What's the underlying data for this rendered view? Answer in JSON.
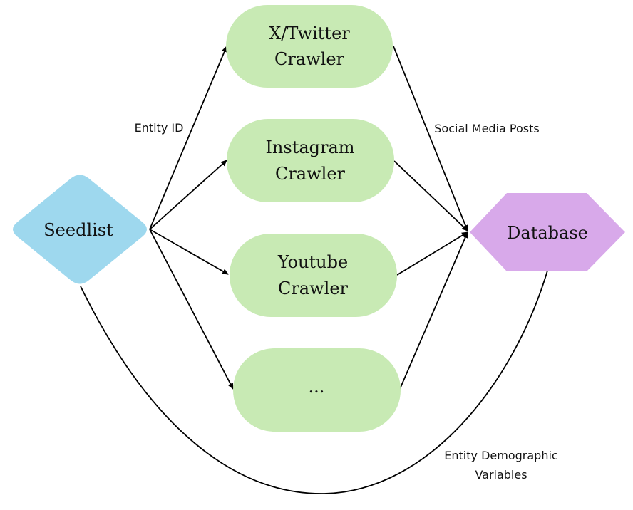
{
  "colors": {
    "seedlist": "#9ed8ee",
    "crawler": "#c8eab4",
    "database": "#d8a9ea",
    "edge": "#000000",
    "text": "#111111"
  },
  "nodes": {
    "seedlist": {
      "label": "Seedlist",
      "shape": "rounded-diamond"
    },
    "crawlers": [
      {
        "label_line1": "X/Twitter",
        "label_line2": "Crawler",
        "shape": "stadium"
      },
      {
        "label_line1": "Instagram",
        "label_line2": "Crawler",
        "shape": "stadium"
      },
      {
        "label_line1": "Youtube",
        "label_line2": "Crawler",
        "shape": "stadium"
      },
      {
        "label_line1": "...",
        "label_line2": "",
        "shape": "stadium"
      }
    ],
    "database": {
      "label": "Database",
      "shape": "hexagon"
    }
  },
  "edges": [
    {
      "from": "seedlist",
      "to": "crawler-0",
      "arrow": true
    },
    {
      "from": "seedlist",
      "to": "crawler-1",
      "arrow": true
    },
    {
      "from": "seedlist",
      "to": "crawler-2",
      "arrow": true
    },
    {
      "from": "seedlist",
      "to": "crawler-3",
      "arrow": true
    },
    {
      "from": "crawler-0",
      "to": "database",
      "arrow": true
    },
    {
      "from": "crawler-1",
      "to": "database",
      "arrow": true
    },
    {
      "from": "crawler-2",
      "to": "database",
      "arrow": true
    },
    {
      "from": "crawler-3",
      "to": "database",
      "arrow": true
    },
    {
      "from": "seedlist",
      "to": "database",
      "arrow": false,
      "curved": true
    }
  ],
  "edge_labels": {
    "entity_id": "Entity ID",
    "social_media_posts": "Social Media Posts",
    "demographic_line1": "Entity Demographic",
    "demographic_line2": "Variables"
  }
}
